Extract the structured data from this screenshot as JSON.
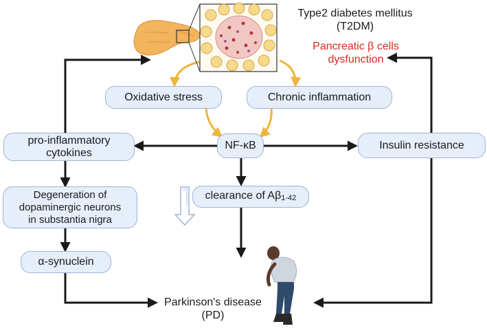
{
  "title": {
    "line1": "Type2 diabetes mellitus",
    "line2": "(T2DM)"
  },
  "subtitle": {
    "line1": "Pancreatic β cells",
    "line2": "dysfunction"
  },
  "nodes": {
    "oxidative_stress": "Oxidative stress",
    "chronic_inflammation": "Chronic inflammation",
    "nfkb": "NF-κB",
    "proinflammatory_line1": "pro-inflammatory",
    "proinflammatory_line2": "cytokines",
    "insulin_resistance": "Insulin resistance",
    "degeneration_line1": "Degeneration of",
    "degeneration_line2": "dopaminergic neurons",
    "degeneration_line3": "in substantia nigra",
    "clearance_prefix": "clearance of Aβ",
    "clearance_sub": "1-42",
    "alpha_synuclein": "α-synuclein"
  },
  "outcome": {
    "line1": "Parkinson's disease",
    "line2": "(PD)"
  },
  "colors": {
    "box_fill": "#e6eefa",
    "box_border": "#9db3d6",
    "arrow": "#1a1a1a",
    "orange_arrow": "#f0b43a",
    "red_text": "#d42a20"
  }
}
